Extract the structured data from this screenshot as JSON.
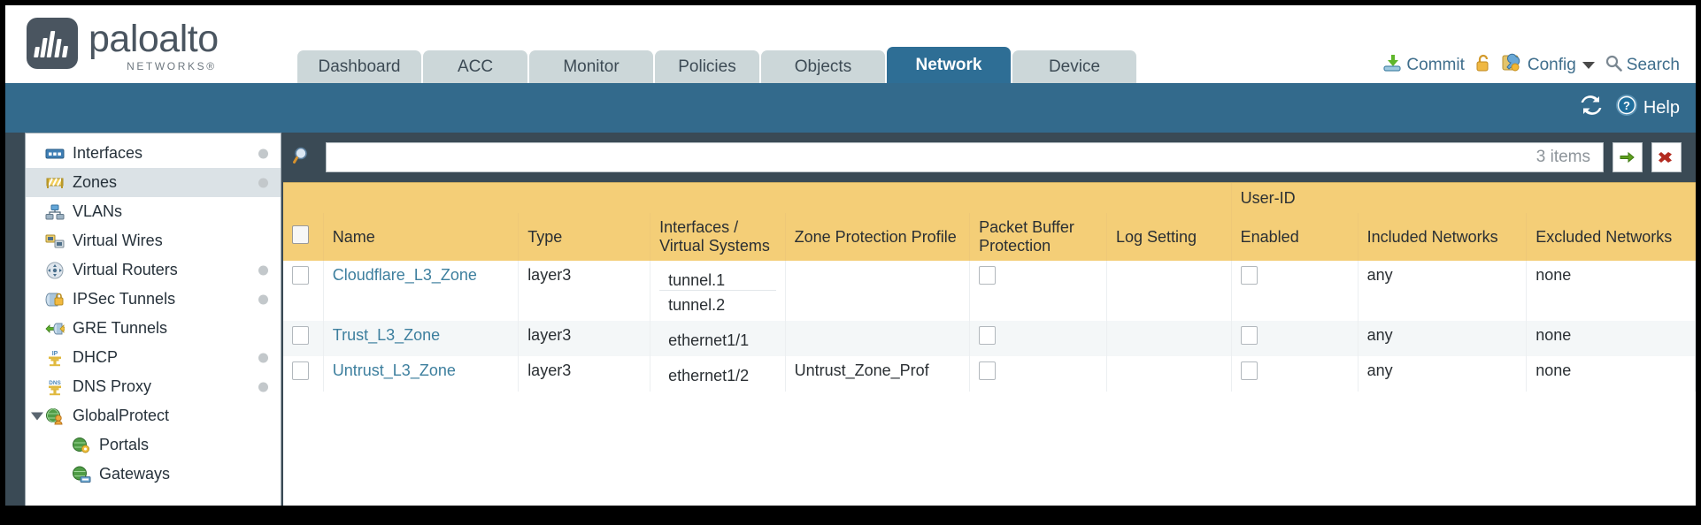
{
  "header": {
    "logo_title": "paloalto",
    "logo_sub": "NETWORKS®",
    "tabs": [
      {
        "label": "Dashboard",
        "active": false
      },
      {
        "label": "ACC",
        "active": false
      },
      {
        "label": "Monitor",
        "active": false
      },
      {
        "label": "Policies",
        "active": false
      },
      {
        "label": "Objects",
        "active": false
      },
      {
        "label": "Network",
        "active": true
      },
      {
        "label": "Device",
        "active": false
      }
    ],
    "actions": {
      "commit": "Commit",
      "config": "Config",
      "search": "Search"
    }
  },
  "bluebar": {
    "help": "Help"
  },
  "sidebar": {
    "items": [
      {
        "label": "Interfaces",
        "icon": "interfaces-icon",
        "dot": true,
        "child": false,
        "selected": false,
        "expander": false
      },
      {
        "label": "Zones",
        "icon": "zones-icon",
        "dot": true,
        "child": false,
        "selected": true,
        "expander": false
      },
      {
        "label": "VLANs",
        "icon": "vlans-icon",
        "dot": false,
        "child": false,
        "selected": false,
        "expander": false
      },
      {
        "label": "Virtual Wires",
        "icon": "virtual-wires-icon",
        "dot": false,
        "child": false,
        "selected": false,
        "expander": false
      },
      {
        "label": "Virtual Routers",
        "icon": "virtual-routers-icon",
        "dot": true,
        "child": false,
        "selected": false,
        "expander": false
      },
      {
        "label": "IPSec Tunnels",
        "icon": "ipsec-tunnels-icon",
        "dot": true,
        "child": false,
        "selected": false,
        "expander": false
      },
      {
        "label": "GRE Tunnels",
        "icon": "gre-tunnels-icon",
        "dot": false,
        "child": false,
        "selected": false,
        "expander": false
      },
      {
        "label": "DHCP",
        "icon": "dhcp-icon",
        "dot": true,
        "child": false,
        "selected": false,
        "expander": false
      },
      {
        "label": "DNS Proxy",
        "icon": "dns-proxy-icon",
        "dot": true,
        "child": false,
        "selected": false,
        "expander": false
      },
      {
        "label": "GlobalProtect",
        "icon": "globalprotect-icon",
        "dot": false,
        "child": false,
        "selected": false,
        "expander": true
      },
      {
        "label": "Portals",
        "icon": "portals-icon",
        "dot": false,
        "child": true,
        "selected": false,
        "expander": false
      },
      {
        "label": "Gateways",
        "icon": "gateways-icon",
        "dot": false,
        "child": true,
        "selected": false,
        "expander": false
      }
    ]
  },
  "search": {
    "value": "",
    "placeholder": "",
    "item_count": "3 items"
  },
  "table": {
    "group_header": "User-ID",
    "columns": [
      "Name",
      "Type",
      "Interfaces / Virtual Systems",
      "Zone Protection Profile",
      "Packet Buffer Protection",
      "Log Setting",
      "Enabled",
      "Included Networks",
      "Excluded Networks"
    ],
    "rows": [
      {
        "selected": false,
        "name": "Cloudflare_L3_Zone",
        "type": "layer3",
        "interfaces": [
          "tunnel.1",
          "tunnel.2"
        ],
        "zone_protection_profile": "",
        "packet_buffer_protection": false,
        "log_setting": "",
        "userid_enabled": false,
        "included_networks": "any",
        "excluded_networks": "none"
      },
      {
        "selected": false,
        "name": "Trust_L3_Zone",
        "type": "layer3",
        "interfaces": [
          "ethernet1/1"
        ],
        "zone_protection_profile": "",
        "packet_buffer_protection": false,
        "log_setting": "",
        "userid_enabled": false,
        "included_networks": "any",
        "excluded_networks": "none"
      },
      {
        "selected": false,
        "name": "Untrust_L3_Zone",
        "type": "layer3",
        "interfaces": [
          "ethernet1/2"
        ],
        "zone_protection_profile": "Untrust_Zone_Prof",
        "packet_buffer_protection": false,
        "log_setting": "",
        "userid_enabled": false,
        "included_networks": "any",
        "excluded_networks": "none"
      }
    ]
  },
  "colors": {
    "active_tab": "#2e6e95",
    "blue_bar": "#336a8c",
    "table_header": "#f4ce77",
    "group_header": "#e0b44f",
    "link": "#3d7f9e"
  }
}
